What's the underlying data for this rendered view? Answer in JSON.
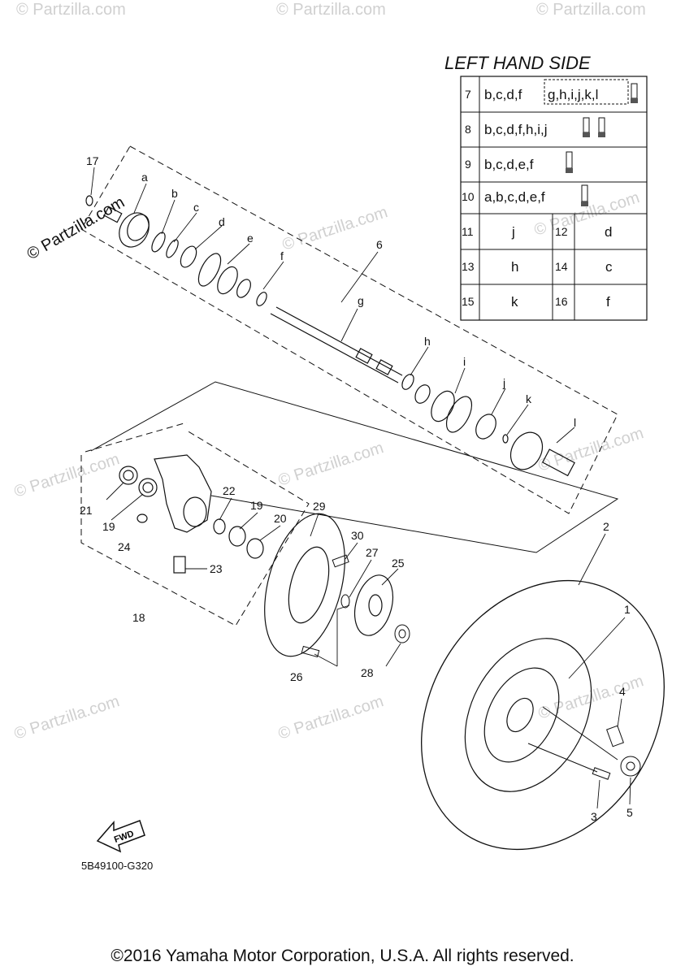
{
  "watermark": "© Partzilla.com",
  "brand_mark": "© Partzilla.com",
  "table": {
    "title": "LEFT HAND SIDE",
    "rows_wide": [
      {
        "num": "7",
        "parts": "b,c,d,f",
        "boxed": "g,h,i,j,k,l"
      },
      {
        "num": "8",
        "parts": "b,c,d,f,h,i,j",
        "boxed": ""
      },
      {
        "num": "9",
        "parts": "b,c,d,e,f",
        "boxed": ""
      },
      {
        "num": "10",
        "parts": "a,b,c,d,e,f",
        "boxed": ""
      }
    ],
    "rows_pair": [
      {
        "n1": "11",
        "v1": "j",
        "n2": "12",
        "v2": "d"
      },
      {
        "n1": "13",
        "v1": "h",
        "n2": "14",
        "v2": "c"
      },
      {
        "n1": "15",
        "v1": "k",
        "n2": "16",
        "v2": "f"
      }
    ]
  },
  "labels": {
    "a": "a",
    "b": "b",
    "c": "c",
    "d": "d",
    "e": "e",
    "f": "f",
    "g": "g",
    "h": "h",
    "i": "i",
    "j": "j",
    "k": "k",
    "l": "l",
    "p1": "1",
    "p2": "2",
    "p3": "3",
    "p4": "4",
    "p5": "5",
    "p6": "6",
    "p17": "17",
    "p18": "18",
    "p19a": "19",
    "p19b": "19",
    "p20": "20",
    "p21": "21",
    "p22": "22",
    "p23": "23",
    "p24": "24",
    "p25": "25",
    "p26": "26",
    "p27": "27",
    "p28": "28",
    "p29": "29",
    "p30": "30"
  },
  "fwd_label": "FWD",
  "diagram_code": "5B49100-G320",
  "copyright": "©2016 Yamaha Motor Corporation, U.S.A. All rights reserved."
}
